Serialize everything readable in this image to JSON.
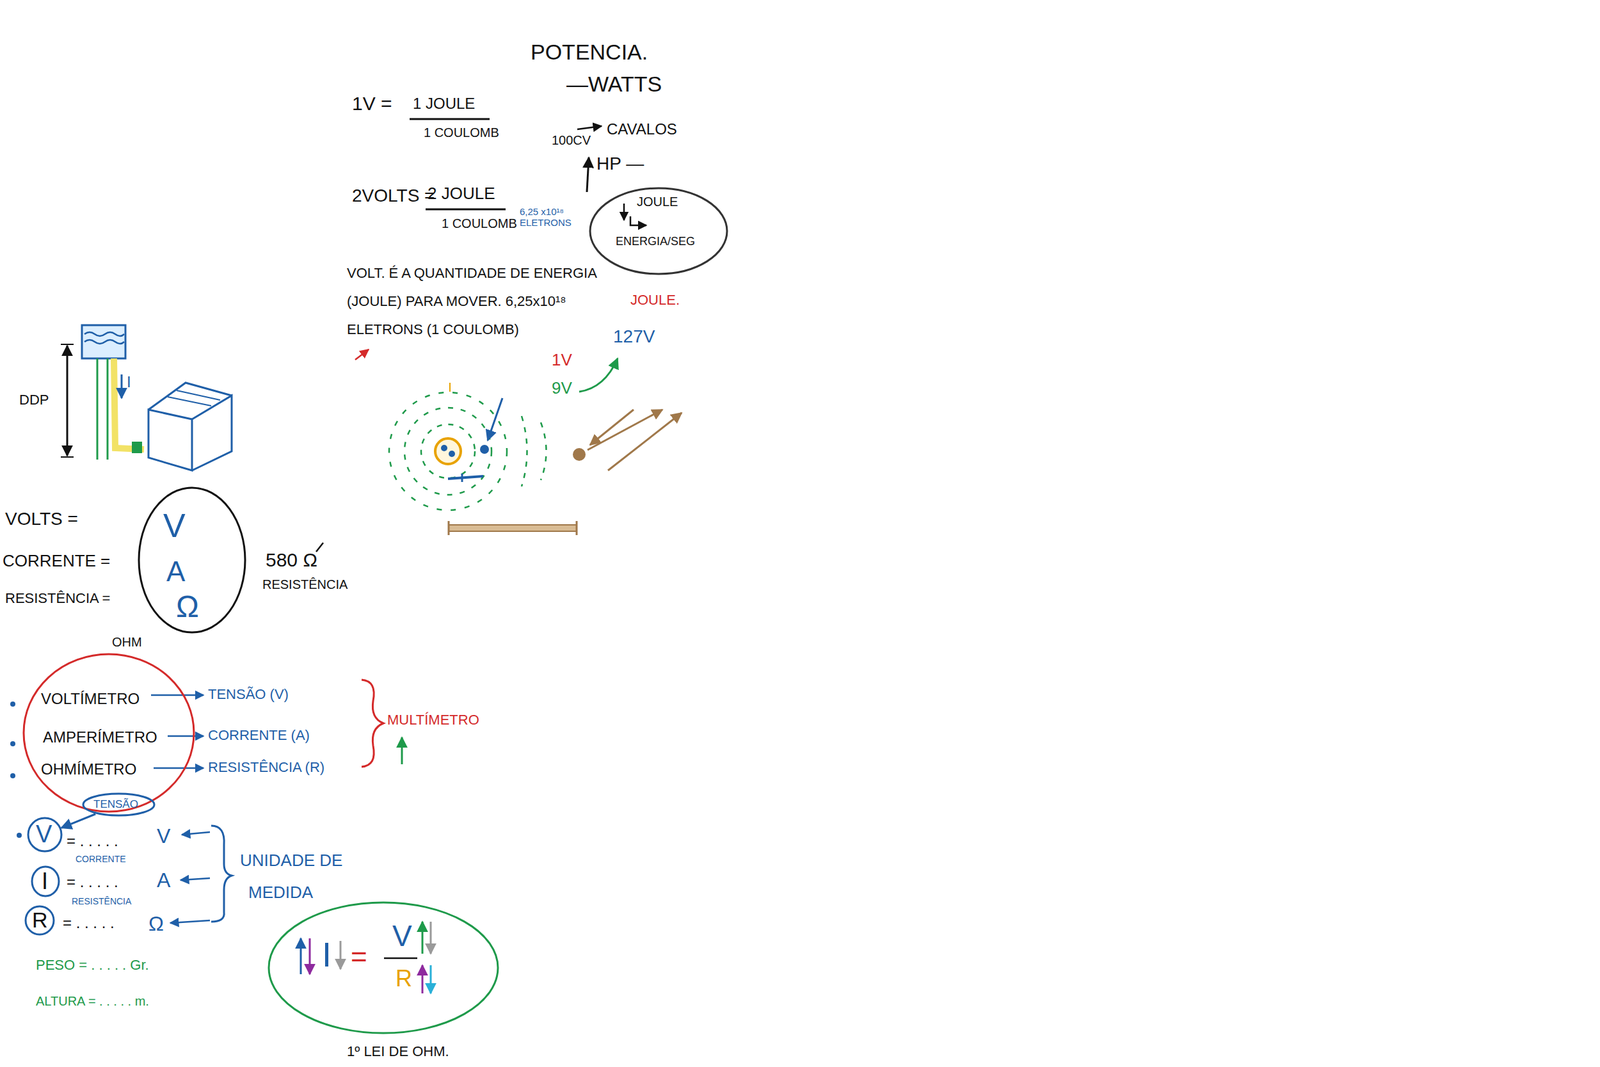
{
  "diagram": {
    "nodes": [
      {
        "text": [
          "JOULE",
          "ENERGIA/SEG"
        ]
      },
      {
        "text": [
          "V",
          "A",
          "Ω",
          "OHM"
        ]
      },
      {
        "text": [
          "VOLTÍMETRO",
          "AMPERÍMETRO",
          "OHMÍMETRO"
        ]
      },
      {
        "text": [
          "TENSÃO"
        ]
      },
      {
        "text": [
          "V"
        ]
      },
      {
        "text": [
          "I"
        ]
      },
      {
        "text": [
          "R"
        ]
      },
      {
        "text": [
          "I",
          "=",
          "V",
          "R",
          "1º LEI DE OHM."
        ]
      }
    ],
    "edges": [
      {
        "from": 3,
        "to": 4,
        "arrow": "to"
      }
    ],
    "labels": [
      "POTENCIA.",
      "—WATTS",
      "1V =",
      "1 JOULE",
      "1 COULOMB",
      "100CV",
      "CAVALOS",
      "HP —",
      "2VOLTS =",
      "2 JOULE",
      "1 COULOMB",
      "6,25 x10¹⁸ ELETRONS",
      "VOLT. É A QUANTIDADE DE ENERGIA (JOULE) PARA MOVER. 6,25x10¹⁸ ELETRONS (1 COULOMB)",
      "JOULE.",
      "1V",
      "9V",
      "127V",
      "DDP",
      "I",
      "VOLTS =",
      "CORRENTE =",
      "RESISTÊNCIA =",
      "580 Ω",
      "RESISTÊNCIA",
      "TENSÃO (V)",
      "CORRENTE (A)",
      "RESISTÊNCIA (R)",
      "MULTÍMETRO",
      "= . . . . .",
      "V",
      "CORRENTE",
      "= . . . . .",
      "A",
      "RESISTÊNCIA",
      "= . . . . .",
      "Ω",
      "UNIDADE DE",
      "MEDIDA",
      "PESO = . . . . . Gr.",
      "ALTURA = . . . . . m."
    ]
  }
}
